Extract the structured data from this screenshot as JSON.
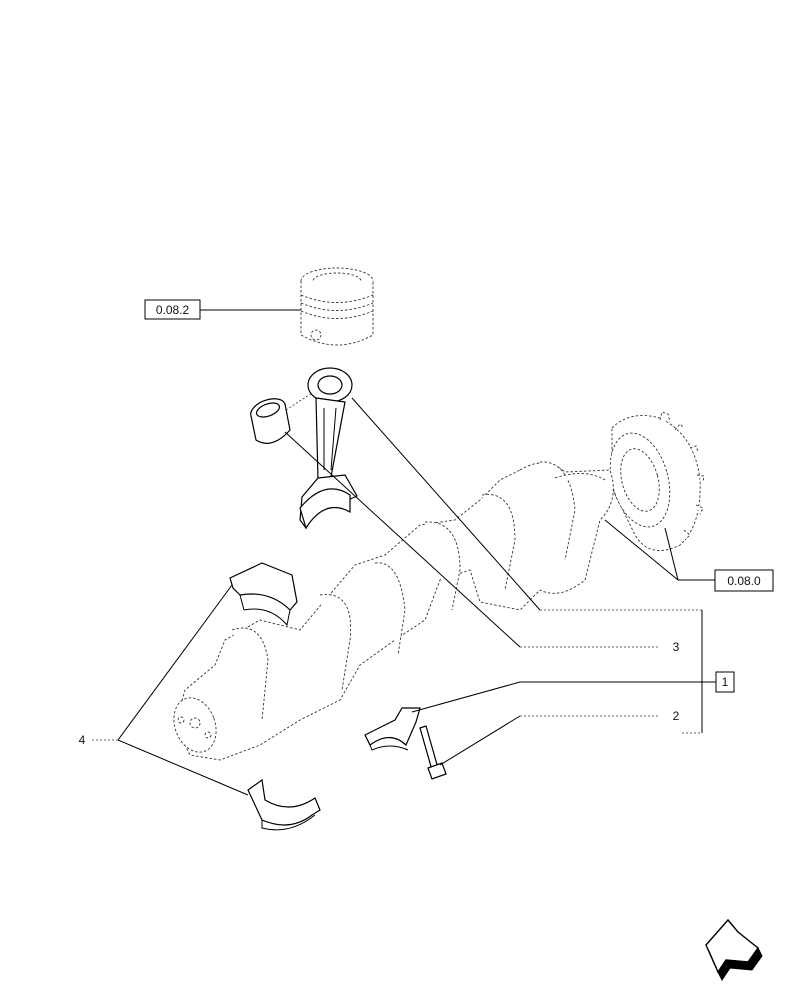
{
  "references": {
    "piston": "0.08.2",
    "crankshaft_gear": "0.08.0"
  },
  "callouts": {
    "connecting_rod_assembly": "1",
    "connecting_rod_bearing": "2",
    "bushing": "3",
    "main_bearing": "4"
  }
}
